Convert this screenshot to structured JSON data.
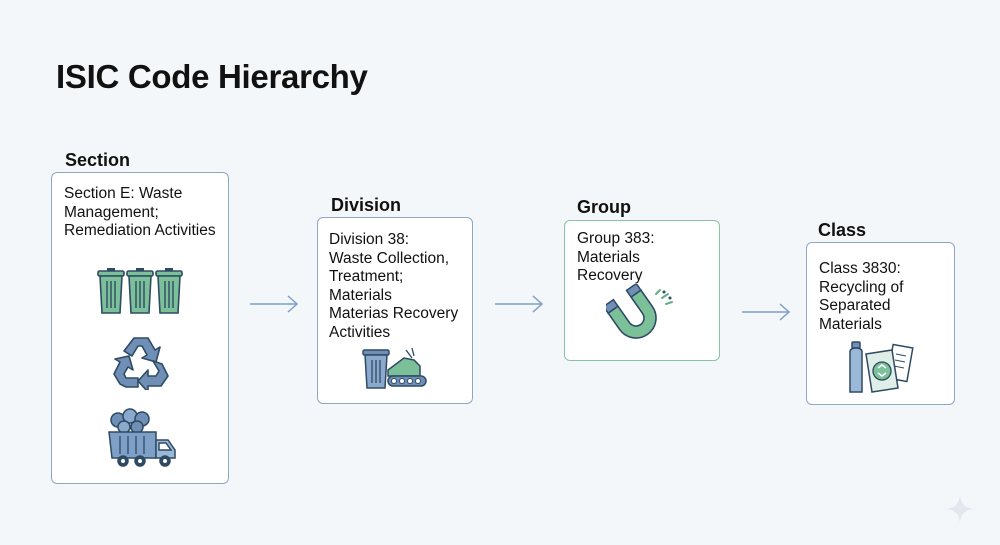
{
  "title": "ISIC Code Hierarchy",
  "levels": {
    "section": {
      "label": "Section",
      "lines": [
        "Section E: Waste",
        "Management;",
        "Remediation Activities"
      ]
    },
    "division": {
      "label": "Division",
      "lines": [
        "Division 38:",
        "Waste Collection,",
        "Treatment;",
        "Materials",
        "Materias Recovery",
        "Activities"
      ]
    },
    "group": {
      "label": "Group",
      "lines": [
        "Group 383:",
        "Materials",
        "Recovery"
      ]
    },
    "class": {
      "label": "Class",
      "lines": [
        "Class 3830:",
        "Recycling of",
        "Separated",
        "Materials"
      ]
    }
  },
  "icons": {
    "section": [
      "trash-bins-icon",
      "recycle-icon",
      "garbage-truck-icon"
    ],
    "division": [
      "bin-conveyor-icon"
    ],
    "group": [
      "magnet-icon"
    ],
    "class": [
      "recycled-materials-icon"
    ]
  },
  "colors": {
    "green": "#5fae86",
    "blue": "#6f8fb6",
    "arrow": "#7f9fc6"
  }
}
